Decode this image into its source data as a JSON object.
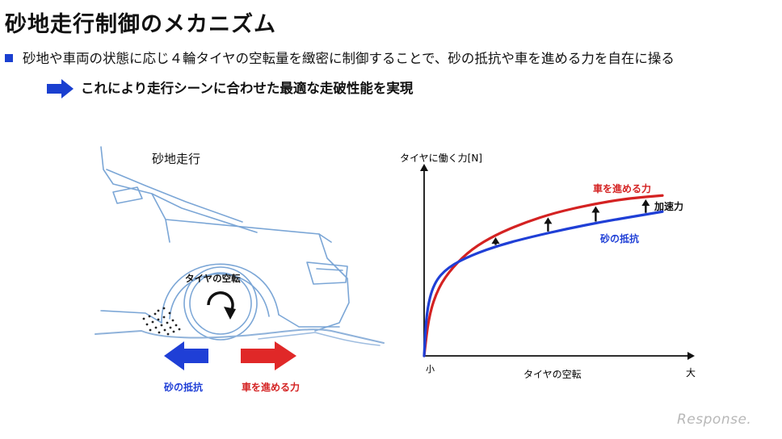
{
  "title": "砂地走行制御のメカニズム",
  "bullet_text": "砂地や車両の状態に応じ４輪タイヤの空転量を緻密に制御することで、砂の抵抗や車を進める力を自在に操る",
  "conclusion_text": "これにより走行シーンに合わせた最適な走破性能を実現",
  "illustration": {
    "scene_label": "砂地走行",
    "wheel_label": "タイヤの空転",
    "left_arrow_label": "砂の抵抗",
    "right_arrow_label": "車を進める力"
  },
  "chart_data": {
    "type": "line",
    "ylabel": "タイヤに働く力[N]",
    "xlabel": "タイヤの空転",
    "x_min_label": "小",
    "x_max_label": "大",
    "series": [
      {
        "name": "車を進める力",
        "color": "#d42222",
        "points": [
          [
            0,
            0
          ],
          [
            0.02,
            0.2
          ],
          [
            0.06,
            0.34
          ],
          [
            0.12,
            0.44
          ],
          [
            0.2,
            0.53
          ],
          [
            0.3,
            0.6
          ],
          [
            0.42,
            0.66
          ],
          [
            0.55,
            0.71
          ],
          [
            0.7,
            0.75
          ],
          [
            0.85,
            0.78
          ],
          [
            1,
            0.795
          ]
        ]
      },
      {
        "name": "砂の抵抗",
        "color": "#1f3fd6",
        "points": [
          [
            0,
            0
          ],
          [
            0.01,
            0.22
          ],
          [
            0.04,
            0.36
          ],
          [
            0.1,
            0.44
          ],
          [
            0.2,
            0.5
          ],
          [
            0.32,
            0.55
          ],
          [
            0.45,
            0.59
          ],
          [
            0.6,
            0.63
          ],
          [
            0.75,
            0.665
          ],
          [
            0.9,
            0.695
          ],
          [
            1,
            0.715
          ]
        ]
      }
    ],
    "annotation": "加速力"
  },
  "watermark": "Response."
}
